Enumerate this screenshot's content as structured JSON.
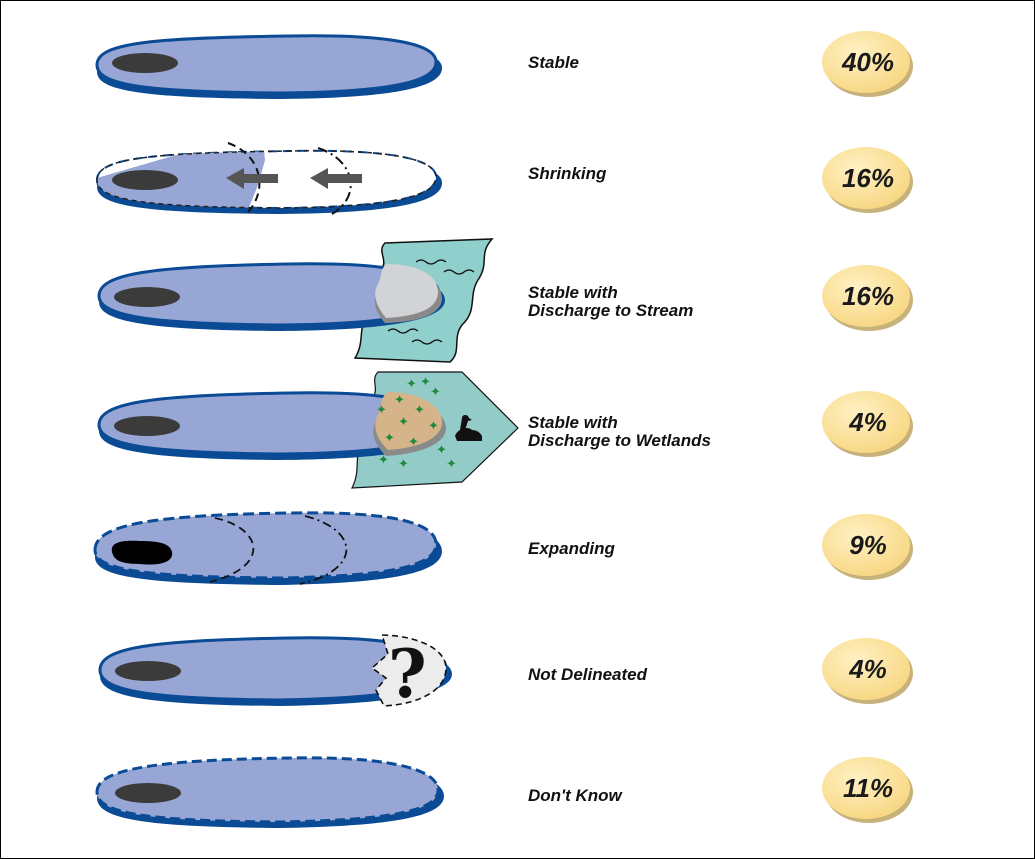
{
  "colors": {
    "plume_fill": "#97a6d5",
    "plume_outline": "#0b4b95",
    "source": "#3b3b3b",
    "stream": "#8fd0cc",
    "wetland": "#93cbc8",
    "discharge_sand": "#d6b48a",
    "badge_fill": "#fde4a0",
    "badge_shadow": "#c6b27a",
    "pct_text": "#1a1a1a"
  },
  "rows": [
    {
      "label": "Stable",
      "percent": "40%",
      "icon": "stable-plume-icon"
    },
    {
      "label": "Shrinking",
      "percent": "16%",
      "icon": "shrinking-plume-icon"
    },
    {
      "label": "Stable with\nDischarge to Stream",
      "percent": "16%",
      "icon": "stream-discharge-plume-icon"
    },
    {
      "label": "Stable with\nDischarge to Wetlands",
      "percent": "4%",
      "icon": "wetland-discharge-plume-icon"
    },
    {
      "label": "Expanding",
      "percent": "9%",
      "icon": "expanding-plume-icon"
    },
    {
      "label": "Not Delineated",
      "percent": "4%",
      "icon": "not-delineated-plume-icon"
    },
    {
      "label": "Don't Know",
      "percent": "11%",
      "icon": "unknown-plume-icon"
    }
  ]
}
